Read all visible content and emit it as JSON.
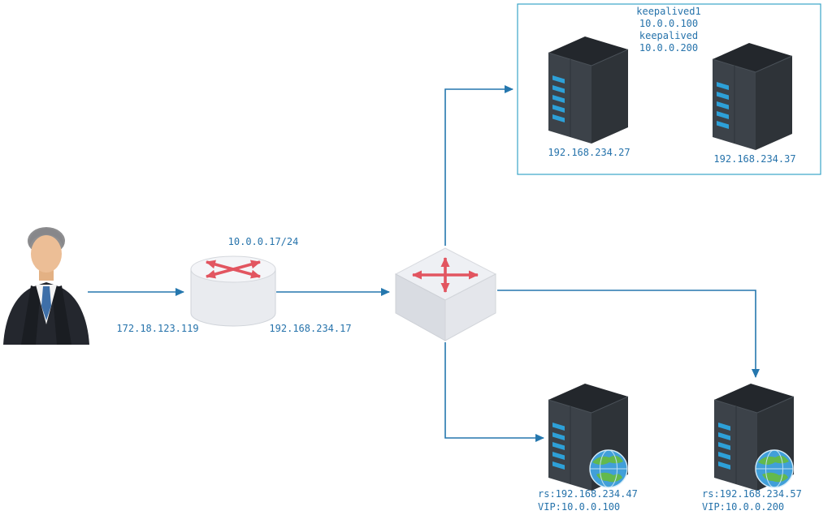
{
  "colors": {
    "connector_line": "#2577ae",
    "label_text": "#2673ab",
    "group_box_border": "#39a5c9",
    "router_arrow_red": "#e25560",
    "server_led_blue": "#2da0d8"
  },
  "router": {
    "network_label": "10.0.0.17/24",
    "left_ip_label": "172.18.123.119",
    "right_ip_label": "192.168.234.17"
  },
  "keepalived_group": {
    "heading_lines": [
      "keepalived1",
      "10.0.0.100",
      "keepalived",
      "10.0.0.200"
    ],
    "servers": [
      {
        "ip": "192.168.234.27"
      },
      {
        "ip": "192.168.234.37"
      }
    ]
  },
  "real_servers": [
    {
      "rs_label": "rs:192.168.234.47",
      "vip_label": "VIP:10.0.0.100"
    },
    {
      "rs_label": "rs:192.168.234.57",
      "vip_label": "VIP:10.0.0.200"
    }
  ]
}
